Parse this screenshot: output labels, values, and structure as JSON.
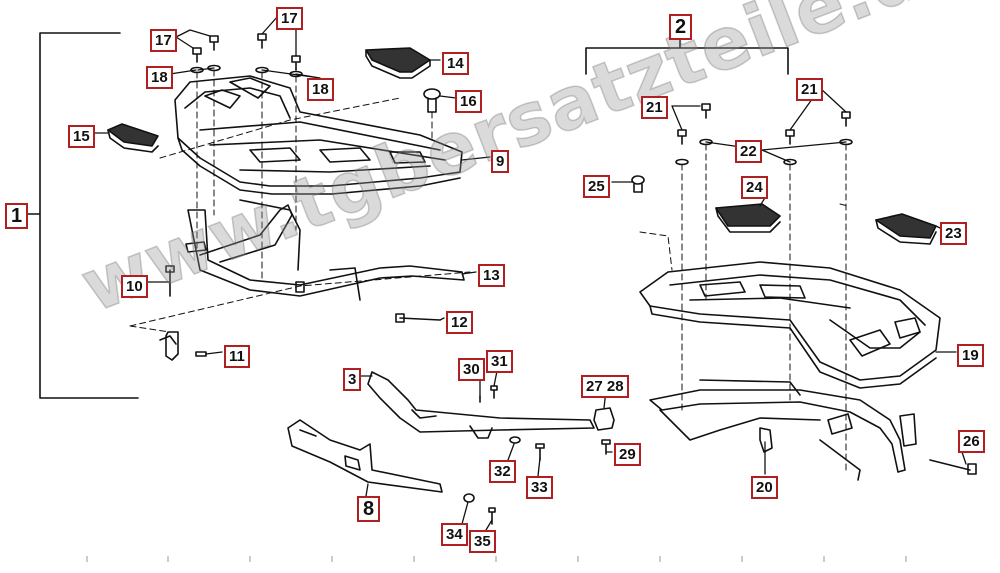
{
  "watermark": "www.tgbersatzteile.de",
  "labels": {
    "l1": "1",
    "l2": "2",
    "l3": "3",
    "l8": "8",
    "l9": "9",
    "l10": "10",
    "l11": "11",
    "l12": "12",
    "l13": "13",
    "l14": "14",
    "l15": "15",
    "l16": "16",
    "l17a": "17",
    "l17b": "17",
    "l18a": "18",
    "l18b": "18",
    "l19": "19",
    "l20": "20",
    "l21a": "21",
    "l21b": "21",
    "l22": "22",
    "l23": "23",
    "l24": "24",
    "l25": "25",
    "l26": "26",
    "l2728": "27 28",
    "l29": "29",
    "l30": "30",
    "l31": "31",
    "l32": "32",
    "l33": "33",
    "l34": "34",
    "l35": "35"
  }
}
